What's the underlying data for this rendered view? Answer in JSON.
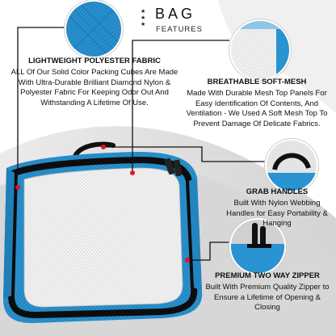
{
  "header": {
    "stars": "★\n★\n★",
    "title": "BAG",
    "subtitle": "FEATURES"
  },
  "features": [
    {
      "title": "LIGHTWEIGHT POLYESTER FABRIC",
      "body": "ALL Of Our Solid Color Packing Cubes Are Made With Ultra-Durable Brilliant Diamond Nylon & Polyester Fabric For Keeping Odor Out And Withstanding A Lifetime Of Use."
    },
    {
      "title": "BREATHABLE SOFT-MESH",
      "body": "Made With Durable Mesh Top Panels For Easy Identification Of Contents, And Ventilation - We Used A Soft Mesh Top To Prevent Damage Of Delicate Fabrics."
    },
    {
      "title": "GRAB HANDLES",
      "body": "Built With Nylon Webbing Handles for Easy Portability & Hanging"
    },
    {
      "title": "PREMIUM TWO WAY ZIPPER",
      "body": "Built With Premium Quality Zipper to Ensure a Lifetime of Opening & Closing"
    }
  ],
  "colors": {
    "accent_red": "#e0142a",
    "bag_blue": "#2a93d1",
    "swoosh_gray": "#dcdcdc"
  }
}
